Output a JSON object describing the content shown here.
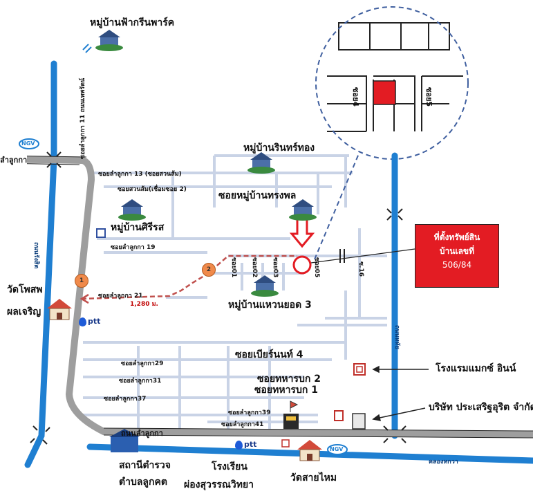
{
  "villages": {
    "green_park": "หมู่บ้านฟ้ากรีนพาร์ค",
    "rin_thong": "หมู่บ้านรินทร์ทอง",
    "siri_ros": "หมู่บ้านศิรีรส",
    "haew_yod_3": "หมู่บ้านแหวนยอด 3"
  },
  "roads": {
    "main_road_11": "ซอยลำลูกกา 11 ถนนเทพรัตน์",
    "lamlukka_top": "ลำลูกกา",
    "soi_13": "ซอยลำลูกกา 13 (ซอยสวนส้ม)",
    "soi_suan_som": "ซอยสวนส้ม(เชื่อมซอย 2)",
    "soi_song_phon": "ซอยหมู่บ้านทรงพล",
    "soi_19": "ซอยลำลูกกา 19",
    "soi_21": "ซอยลำลูกกา 21",
    "soi_29": "ซอยลำลูกกา29",
    "soi_31": "ซอยลำลูกกา31",
    "soi_37": "ซอยลำลูกกา37",
    "soi_39": "ซอยลำลูกกา39",
    "soi_41": "ซอยลำลูกกา41",
    "soi_beer_4": "ซอยเบียร์นนท์ 4",
    "soi_thahan_2": "ซอยทหารบก 2",
    "soi_thahan_1": "ซอยทหารบก 1",
    "lamlukka_bottom": "ถนนลำลูกกา",
    "khlong_bottom": "คลองหกวา",
    "left_road": "ถนนรังสิต",
    "right_road": "ถนนหทัย",
    "soi_001": "ซอย01",
    "soi_002": "ซอย02",
    "soi_003": "ซอย03",
    "soi_005": "ซอย05",
    "soi_16": "ซ.16",
    "inset_soi4": "ซอย4",
    "inset_soi5": "ซอย5"
  },
  "landmarks": {
    "wat_left": "วัดโพสพ",
    "wat_left_2": "ผลเจริญ",
    "hotel": "โรงแรมแมกซ์ อินน์",
    "company": "บริษัท ประเสริฐอุริต จำกัด",
    "police_1": "สถานีตำรวจ",
    "police_2": "ตำบลลูกคต",
    "school_1": "โรงเรียน",
    "school_2": "ผ่องสุวรรณวิทยา",
    "wat_bottom": "วัดสายไหม",
    "ptt": "ptt",
    "ngv": "NGV"
  },
  "distance": "1,280 ม.",
  "markers": [
    "1",
    "2"
  ],
  "property": {
    "line1": "ที่ตั้งทรัพย์สิน",
    "line2": "บ้านเลขที่",
    "line3": "506/84"
  },
  "colors": {
    "road_main": "#9e9e9e",
    "canal": "#1f7fd1",
    "minor_road": "#c9d3e6",
    "route": "#c0504d",
    "property": "#e31c23"
  }
}
